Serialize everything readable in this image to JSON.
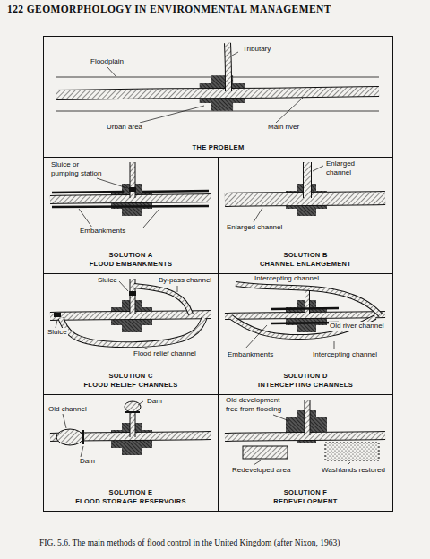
{
  "diagram": {
    "title": "122 GEOMORPHOLOGY IN ENVIRONMENTAL MANAGEMENT",
    "caption": "FIG. 5.6. The main methods of flood control in the United Kingdom (after Nixon, 1963)",
    "nodes": [
      {
        "text": [
          "THE PROBLEM"
        ]
      },
      {
        "text": [
          "SOLUTION A",
          "FLOOD EMBANKMENTS"
        ]
      },
      {
        "text": [
          "SOLUTION B",
          "CHANNEL ENLARGEMENT"
        ]
      },
      {
        "text": [
          "SOLUTION C",
          "FLOOD RELIEF CHANNELS"
        ]
      },
      {
        "text": [
          "SOLUTION D",
          "INTERCEPTING CHANNELS"
        ]
      },
      {
        "text": [
          "SOLUTION E",
          "FLOOD STORAGE RESERVOIRS"
        ]
      },
      {
        "text": [
          "SOLUTION F",
          "REDEVELOPMENT"
        ]
      }
    ],
    "labels": [
      "Floodplain",
      "Tributary",
      "Urban area",
      "Main river",
      "Sluice or pumping station",
      "Embankments",
      "Enlarged channel",
      "Enlarged channel",
      "Sluice",
      "By-pass channel",
      "Sluice",
      "Flood relief channel",
      "Intercepting channel",
      "Old river channel",
      "Embankments",
      "Intercepting channel",
      "Dam",
      "Old channel",
      "Dam",
      "Old development free from flooding",
      "Redeveloped area",
      "Washlands restored"
    ]
  }
}
